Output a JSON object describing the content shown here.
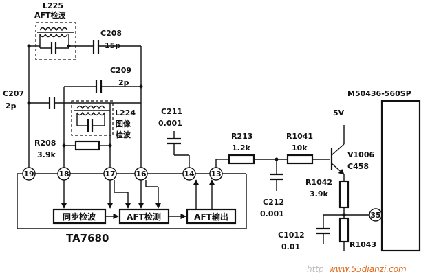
{
  "labels": {
    "l225_ref": "L225",
    "l225_desc": "AFT检波",
    "c208_ref": "C208",
    "c208_val": "15p",
    "c209_ref": "C209",
    "c209_val": "2p",
    "c207_ref": "C207",
    "c207_val": "2p",
    "l224_ref": "L224",
    "l224_desc1": "图像",
    "l224_desc2": "检波",
    "c211_ref": "C211",
    "c211_val": "0.001",
    "r208_ref": "R208",
    "r208_val": "3.9k",
    "r213_ref": "R213",
    "r213_val": "1.2k",
    "r1041_ref": "R1041",
    "r1041_val": "10k",
    "v1006_ref": "V1006",
    "v1006_type": "C458",
    "supply": "5V",
    "r1042_ref": "R1042",
    "r1042_val": "3.9k",
    "c212_ref": "C212",
    "c212_val": "0.001",
    "c1012_ref": "C1012",
    "c1012_val": "0.01",
    "r1043_ref": "R1043",
    "mcu": "M50436-560SP",
    "ic": "TA7680"
  },
  "pins": [
    "19",
    "18",
    "17",
    "16",
    "14",
    "13",
    "35"
  ],
  "blocks": {
    "sync_detect": "同步检波",
    "aft_detect": "AFT检测",
    "aft_output": "AFT输出"
  },
  "watermark": {
    "prefix": "http",
    "url": "www.55dianzi.com"
  }
}
